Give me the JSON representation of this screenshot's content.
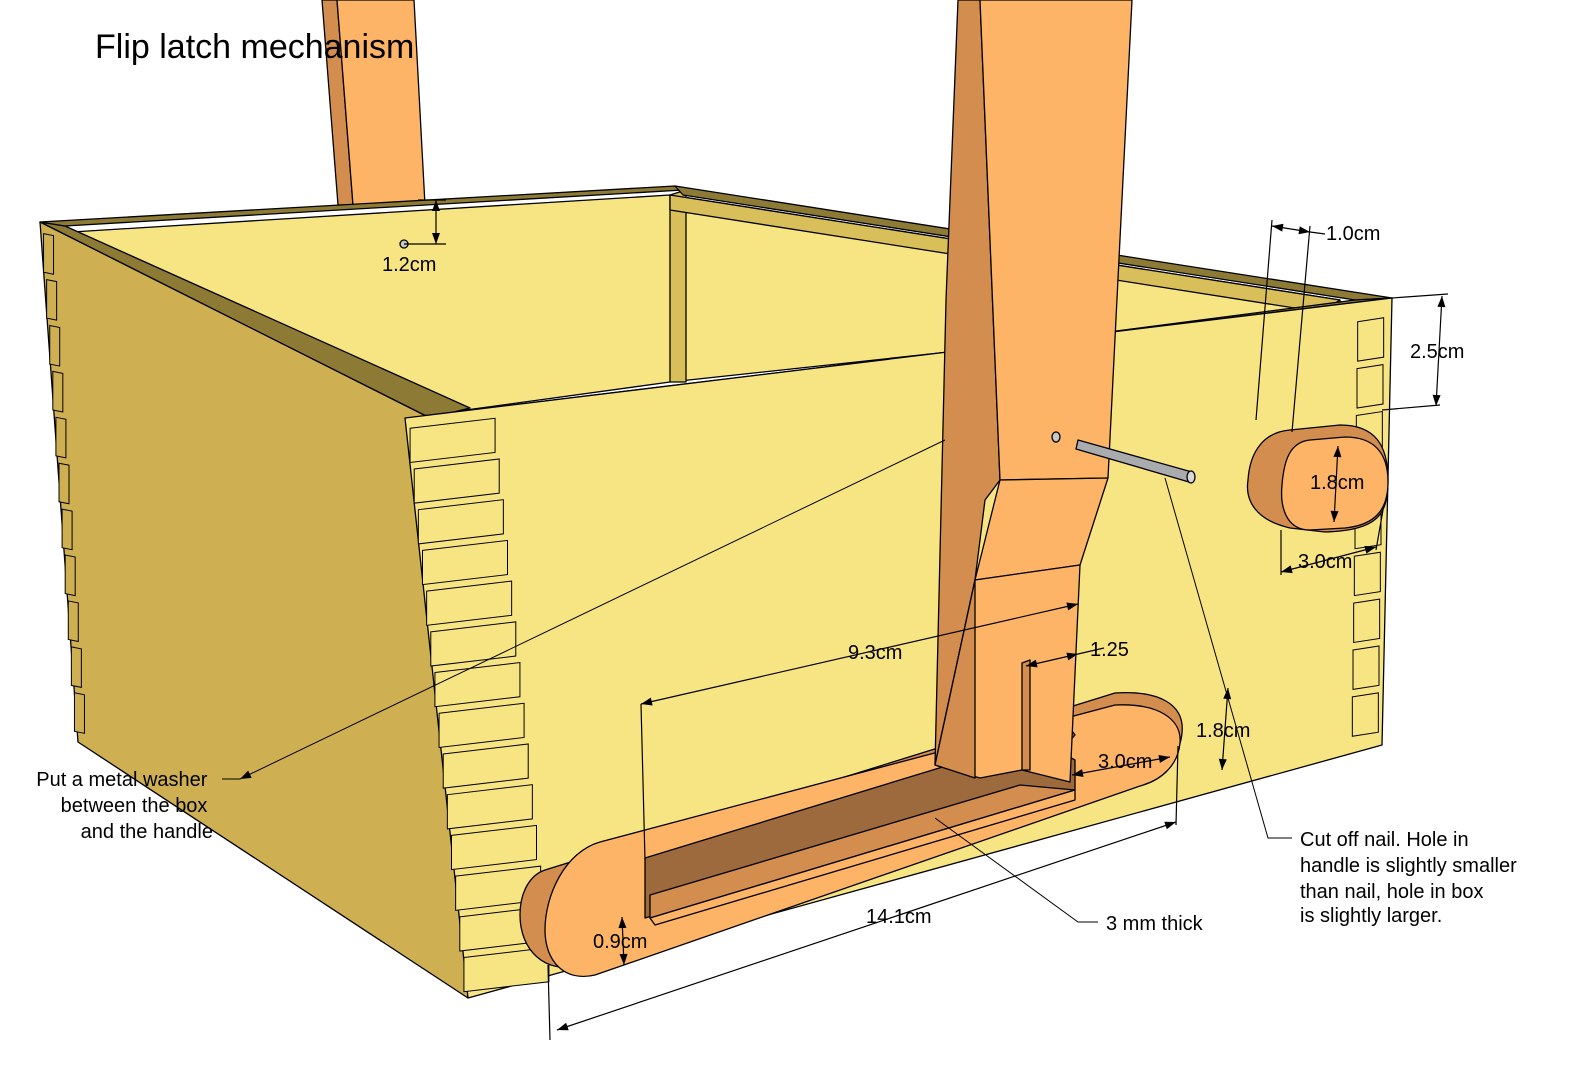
{
  "title": "Flip latch mechanism",
  "colors": {
    "box_face": "#f7e483",
    "box_side": "#ceb052",
    "box_inner": "#d8bf5a",
    "box_rim": "#8c7a35",
    "handle_front": "#fdb467",
    "handle_side": "#d28d4f",
    "latch_dark": "#9c6a3c",
    "nail": "#a9abae"
  },
  "dimensions": {
    "d_1_2": "1.2cm",
    "d_1_0": "1.0cm",
    "d_2_5": "2.5cm",
    "d_1_8_small": "1.8cm",
    "d_3_0_small": "3.0cm",
    "d_9_3": "9.3cm",
    "d_1_25": "1.25",
    "d_1_8_large": "1.8cm",
    "d_3_0_large": "3.0cm",
    "d_14_1": "14.1cm",
    "d_0_9": "0.9cm"
  },
  "notes": {
    "washer": [
      "Put a metal washer",
      "between the box",
      "and the handle"
    ],
    "thick": "3 mm thick",
    "nail": [
      "Cut off nail.  Hole in",
      "handle is slightly smaller",
      "than nail, hole in box",
      "is slightly larger."
    ]
  }
}
